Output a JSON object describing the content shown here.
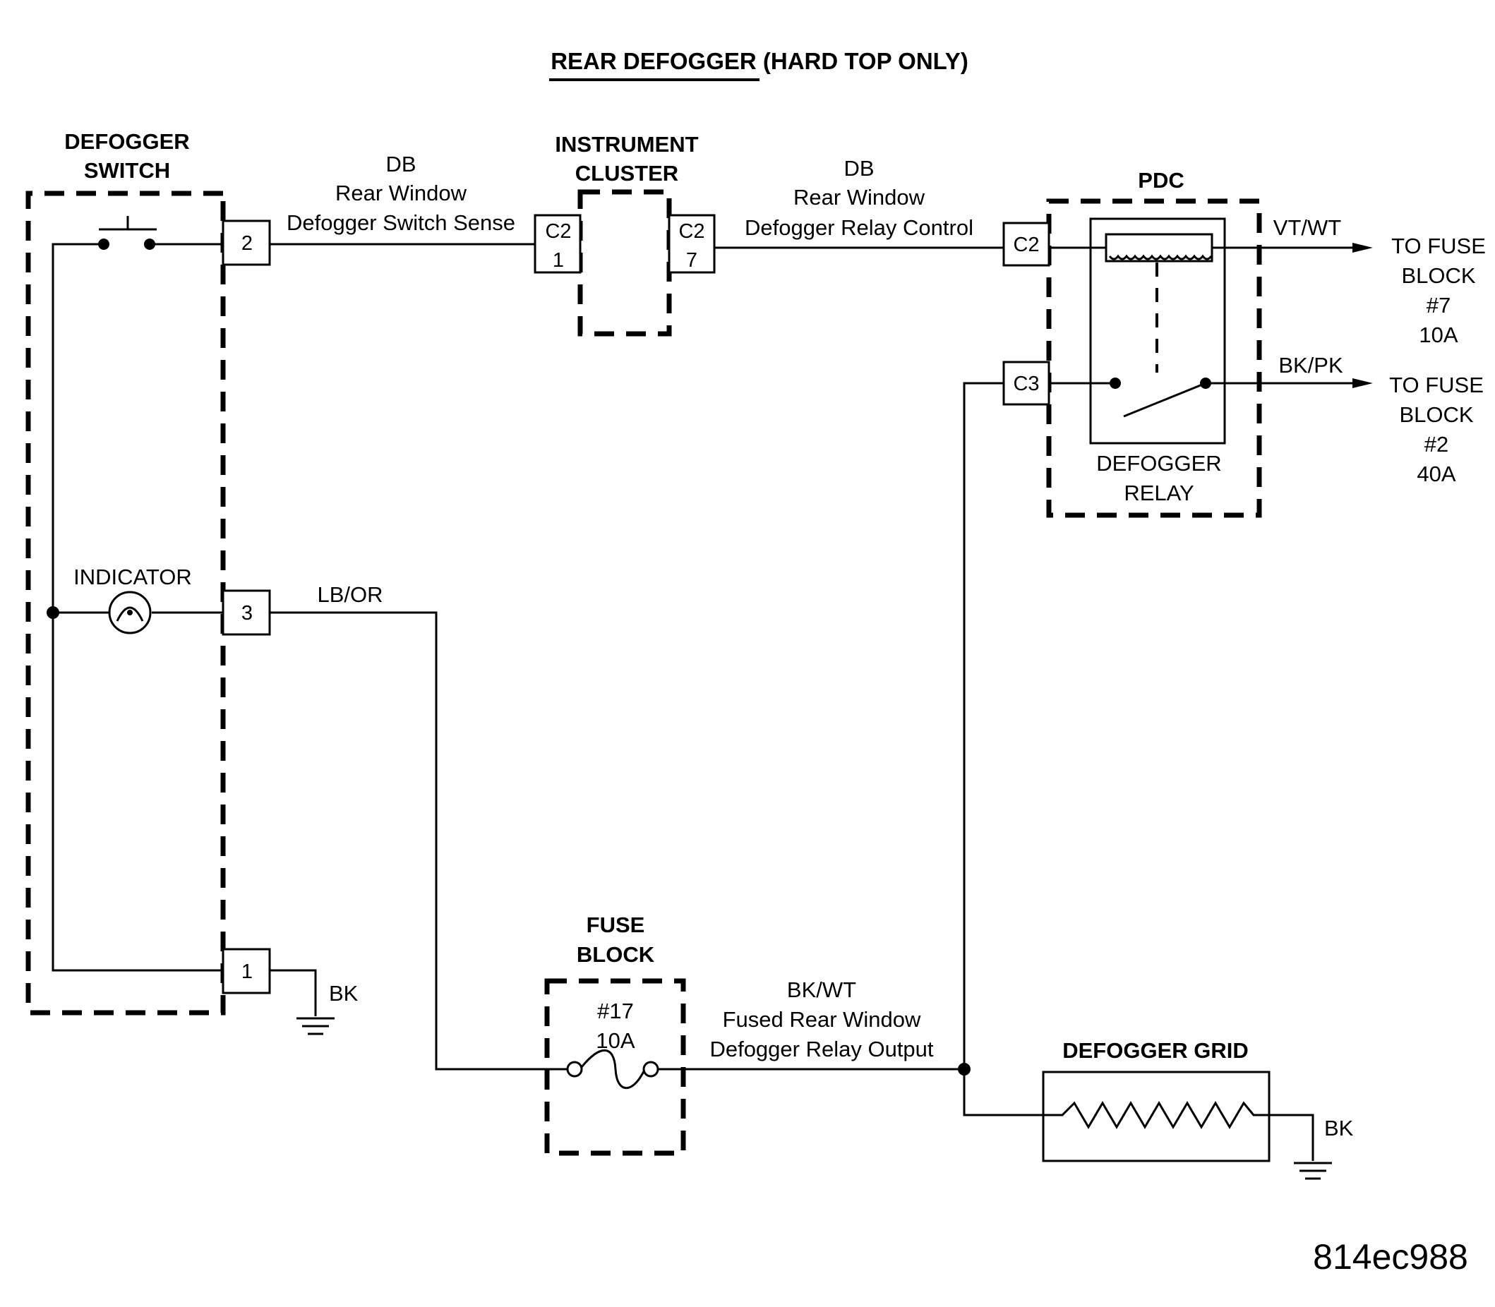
{
  "title": "REAR DEFOGGER (HARD TOP ONLY)",
  "figure_code": "814ec988",
  "components": {
    "defogger_switch": {
      "line1": "DEFOGGER",
      "line2": "SWITCH",
      "pins": {
        "p2": "2",
        "p3": "3",
        "p1": "1"
      }
    },
    "indicator": "INDICATOR",
    "instrument_cluster": {
      "line1": "INSTRUMENT",
      "line2": "CLUSTER",
      "left_conn": "C2",
      "left_pin": "1",
      "right_conn": "C2",
      "right_pin": "7"
    },
    "pdc": {
      "label": "PDC",
      "conn_top": "C2",
      "conn_bottom": "C3"
    },
    "defogger_relay": {
      "line1": "DEFOGGER",
      "line2": "RELAY"
    },
    "fuse_block": {
      "line1": "FUSE",
      "line2": "BLOCK",
      "fuse_num": "#17",
      "fuse_amp": "10A"
    },
    "defogger_grid": "DEFOGGER GRID"
  },
  "wires": {
    "switch_sense": {
      "color": "DB",
      "line1": "Rear Window",
      "line2": "Defogger Switch Sense"
    },
    "relay_control": {
      "color": "DB",
      "line1": "Rear Window",
      "line2": "Defogger Relay Control"
    },
    "indicator_feed": {
      "color": "LB/OR"
    },
    "switch_ground": {
      "color": "BK"
    },
    "relay_output": {
      "color": "BK/WT",
      "line1": "Fused Rear Window",
      "line2": "Defogger Relay Output"
    },
    "grid_ground": {
      "color": "BK"
    },
    "coil_feed": {
      "color": "VT/WT",
      "dest": [
        "TO FUSE",
        "BLOCK",
        "#7",
        "10A"
      ]
    },
    "contact_feed": {
      "color": "BK/PK",
      "dest": [
        "TO FUSE",
        "BLOCK",
        "#2",
        "40A"
      ]
    }
  }
}
